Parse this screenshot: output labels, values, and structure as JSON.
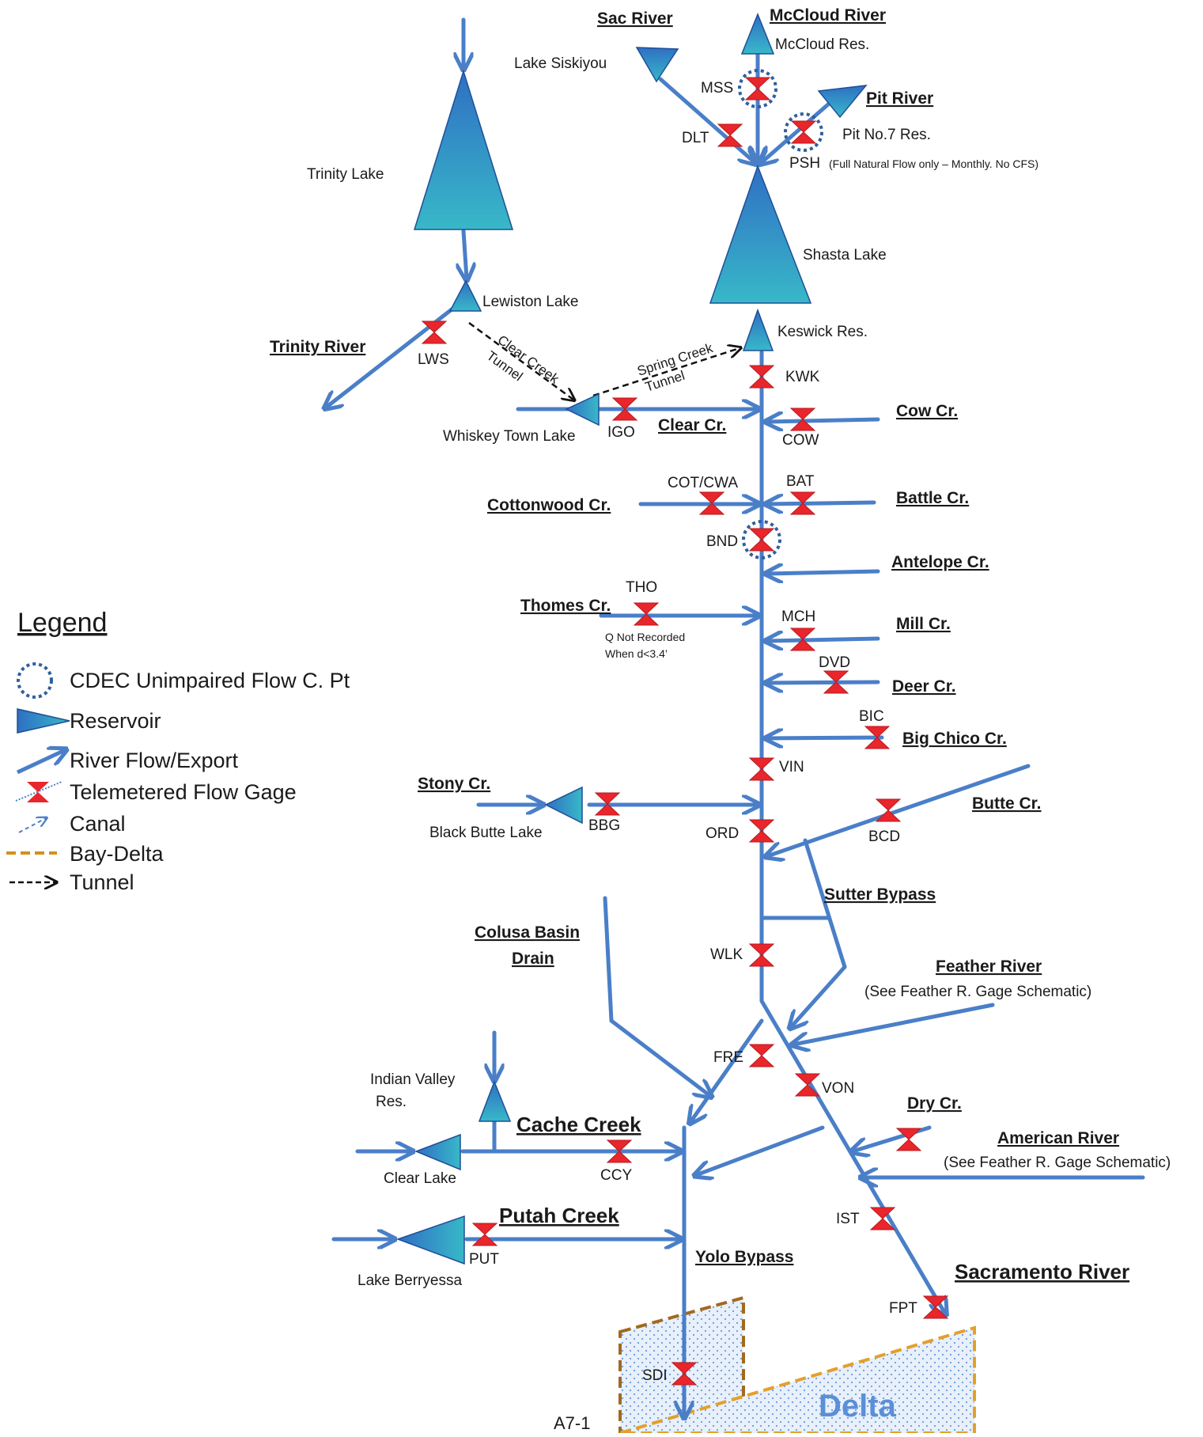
{
  "colors": {
    "river": "#4a7fc8",
    "gage": "#e8262b",
    "unimpaired_ring": "#2f5f9e",
    "reservoir_top": "#2f6fc4",
    "reservoir_bottom": "#38b8c8",
    "bay_delta": "#d4901a",
    "tunnel": "#111111",
    "delta_fill": "#cfe0f5"
  },
  "reservoirs": {
    "mccloud_res": "McCloud Res.",
    "lake_siskiyou": "Lake Siskiyou",
    "pit_no7": "Pit No.7 Res.",
    "trinity_lake": "Trinity Lake",
    "shasta_lake": "Shasta Lake",
    "lewiston_lake": "Lewiston Lake",
    "keswick": "Keswick Res.",
    "whiskey_town": "Whiskey Town Lake",
    "black_butte": "Black Butte Lake",
    "indian_valley_1": "Indian Valley",
    "indian_valley_2": "Res.",
    "clear_lake": "Clear Lake",
    "lake_berryessa": "Lake Berryessa"
  },
  "rivers": {
    "sac": "Sac River",
    "mccloud": "McCloud River",
    "pit": "Pit River",
    "trinity": "Trinity River",
    "clear": "Clear Cr.",
    "cow": "Cow Cr.",
    "cottonwood": "Cottonwood Cr.",
    "battle": "Battle Cr.",
    "antelope": "Antelope Cr.",
    "thomes": "Thomes Cr.",
    "mill": "Mill Cr.",
    "deer": "Deer Cr.",
    "big_chico": "Big Chico Cr.",
    "stony": "Stony Cr.",
    "butte": "Butte Cr.",
    "sutter": "Sutter Bypass",
    "colusa_1": "Colusa Basin",
    "colusa_2": "Drain",
    "feather": "Feather River",
    "dry": "Dry Cr.",
    "american": "American River",
    "cache": "Cache Creek",
    "putah": "Putah Creek",
    "yolo": "Yolo Bypass",
    "sacramento": "Sacramento River"
  },
  "notes": {
    "psh": "(Full Natural Flow only – Monthly.  No CFS)",
    "tho_1": "Q Not Recorded",
    "tho_2": "When d<3.4’",
    "feather": "(See Feather R. Gage Schematic)",
    "american": "(See Feather R. Gage Schematic)",
    "clear_creek_tunnel_1": "Clear Creek",
    "clear_creek_tunnel_2": "Tunnel",
    "spring_creek_tunnel_1": "Spring Creek",
    "spring_creek_tunnel_2": "Tunnel"
  },
  "gages": {
    "mss": "MSS",
    "dlt": "DLT",
    "psh": "PSH",
    "lws": "LWS",
    "kwk": "KWK",
    "igo": "IGO",
    "cow": "COW",
    "cot": "COT/CWA",
    "bat": "BAT",
    "bnd": "BND",
    "tho": "THO",
    "mch": "MCH",
    "dvd": "DVD",
    "bic": "BIC",
    "vin": "VIN",
    "bbg": "BBG",
    "ord": "ORD",
    "bcd": "BCD",
    "wlk": "WLK",
    "fre": "FRE",
    "von": "VON",
    "ccy": "CCY",
    "ist": "IST",
    "put": "PUT",
    "fpt": "FPT",
    "sdi": "SDI"
  },
  "delta_label": "Delta",
  "footer": "A7-1",
  "legend": {
    "title": "Legend",
    "items": [
      "CDEC Unimpaired Flow C. Pt",
      "Reservoir",
      "River Flow/Export",
      "Telemetered Flow Gage",
      "Canal",
      "Bay-Delta",
      "Tunnel"
    ]
  }
}
